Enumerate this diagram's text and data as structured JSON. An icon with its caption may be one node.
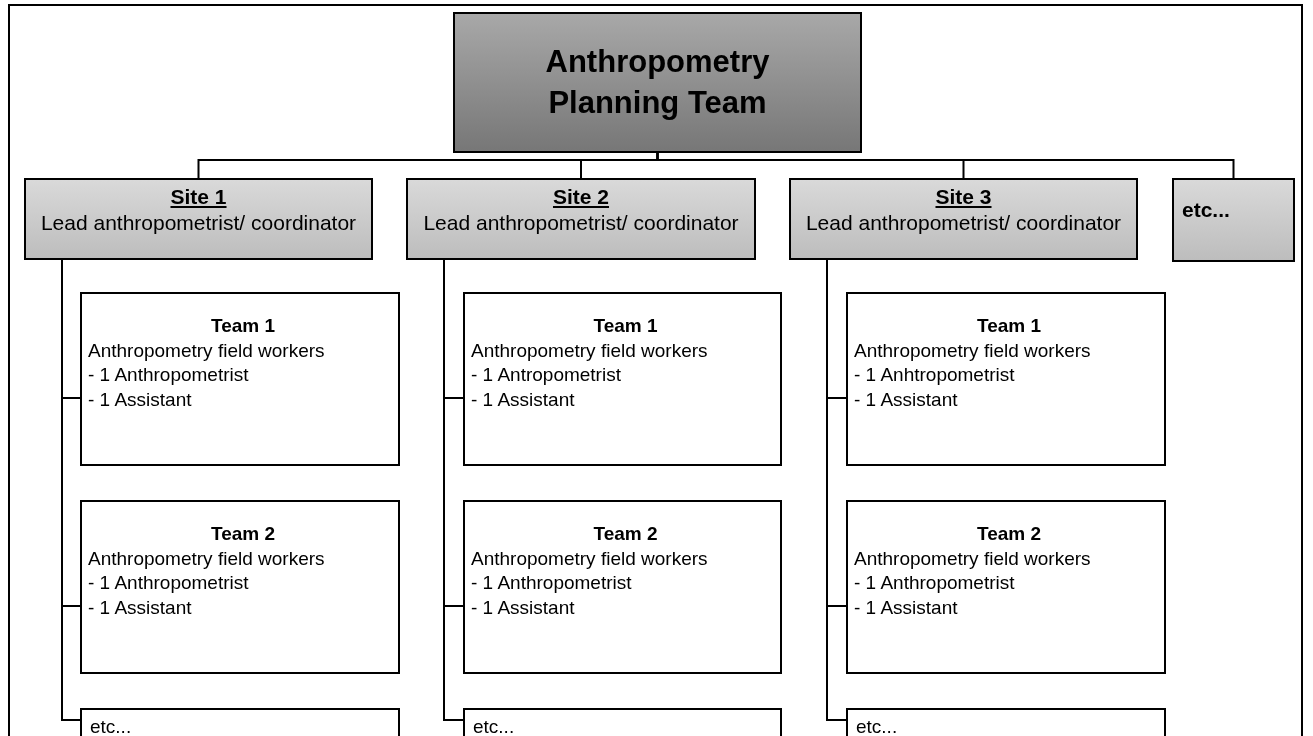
{
  "diagram": {
    "nodes": [
      {
        "text": [
          "Anthropometry Planning Team"
        ]
      },
      {
        "text": [
          "Site 1",
          "Lead anthropometrist/ coordinator"
        ]
      },
      {
        "text": [
          "Site 2",
          "Lead anthropometrist/ coordinator"
        ]
      },
      {
        "text": [
          "Site 3",
          "Lead anthropometrist/ coordinator"
        ]
      },
      {
        "text": [
          "etc..."
        ]
      },
      {
        "text": [
          "Team 1",
          "Anthropometry field workers",
          "- 1 Anthropometrist",
          "- 1 Assistant"
        ]
      },
      {
        "text": [
          "Team 2",
          "Anthropometry field workers",
          "- 1 Anthropometrist",
          "- 1 Assistant"
        ]
      },
      {
        "text": [
          "etc..."
        ]
      },
      {
        "text": [
          "Team 1",
          "Anthropometry field workers",
          "- 1 Antropometrist",
          "- 1 Assistant"
        ]
      },
      {
        "text": [
          "Team 2",
          "Anthropometry field workers",
          "- 1 Anthropometrist",
          "- 1 Assistant"
        ]
      },
      {
        "text": [
          "etc..."
        ]
      },
      {
        "text": [
          "Team 1",
          "Anthropometry field workers",
          "- 1 Anhtropometrist",
          "- 1 Assistant"
        ]
      },
      {
        "text": [
          "Team 2",
          "Anthropometry field workers",
          "- 1 Anthropometrist",
          "- 1 Assistant"
        ]
      },
      {
        "text": [
          "etc..."
        ]
      }
    ],
    "edges": [
      {
        "from": 0,
        "to": 1,
        "arrow": "none"
      },
      {
        "from": 0,
        "to": 2,
        "arrow": "none"
      },
      {
        "from": 0,
        "to": 3,
        "arrow": "none"
      },
      {
        "from": 0,
        "to": 4,
        "arrow": "none"
      },
      {
        "from": 1,
        "to": 5,
        "arrow": "none"
      },
      {
        "from": 1,
        "to": 6,
        "arrow": "none"
      },
      {
        "from": 1,
        "to": 7,
        "arrow": "none"
      },
      {
        "from": 2,
        "to": 8,
        "arrow": "none"
      },
      {
        "from": 2,
        "to": 9,
        "arrow": "none"
      },
      {
        "from": 2,
        "to": 10,
        "arrow": "none"
      },
      {
        "from": 3,
        "to": 11,
        "arrow": "none"
      },
      {
        "from": 3,
        "to": 12,
        "arrow": "none"
      },
      {
        "from": 3,
        "to": 13,
        "arrow": "none"
      }
    ]
  }
}
